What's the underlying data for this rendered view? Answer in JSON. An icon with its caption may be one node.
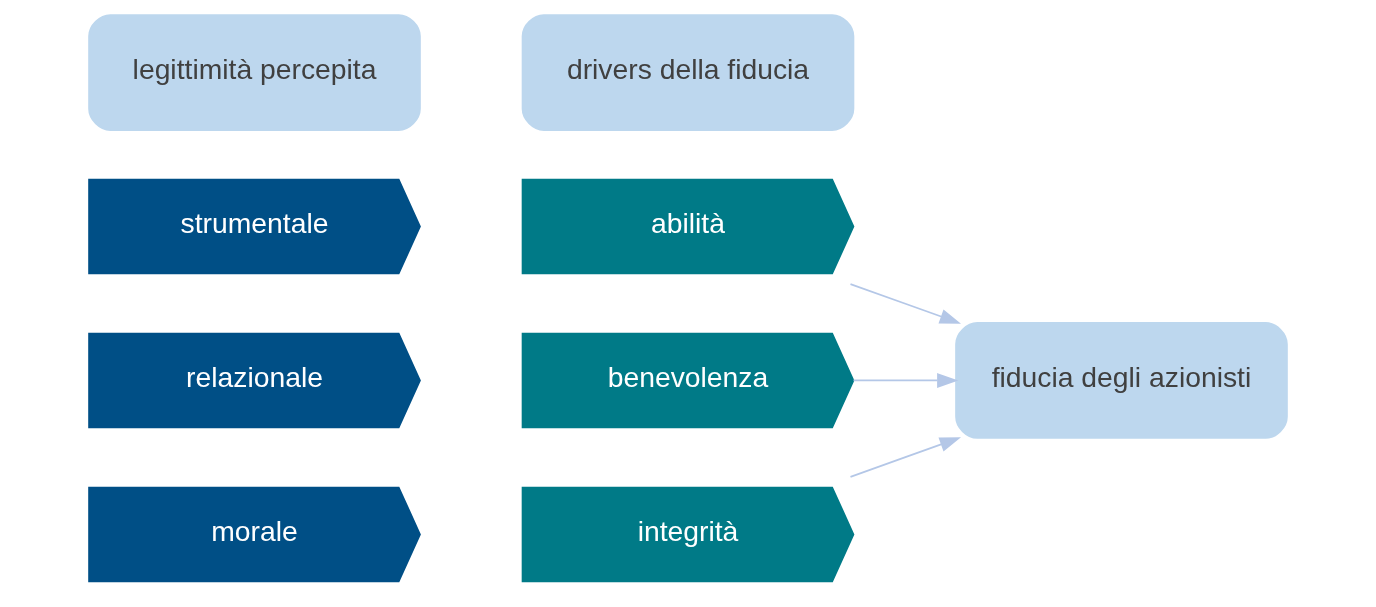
{
  "diagram": {
    "nodes": [
      {
        "text": [
          "legittimità percepita"
        ]
      },
      {
        "text": [
          "drivers della fiducia"
        ]
      },
      {
        "text": [
          "strumentale"
        ]
      },
      {
        "text": [
          "abilità"
        ]
      },
      {
        "text": [
          "relazionale"
        ]
      },
      {
        "text": [
          "benevolenza"
        ]
      },
      {
        "text": [
          "morale"
        ]
      },
      {
        "text": [
          "integrità"
        ]
      },
      {
        "text": [
          "fiducia degli azionisti"
        ]
      }
    ],
    "edges": [
      {
        "from": 3,
        "to": 8,
        "arrow": "to"
      },
      {
        "from": 5,
        "to": 8,
        "arrow": "to"
      },
      {
        "from": 7,
        "to": 8,
        "arrow": "to"
      }
    ]
  }
}
